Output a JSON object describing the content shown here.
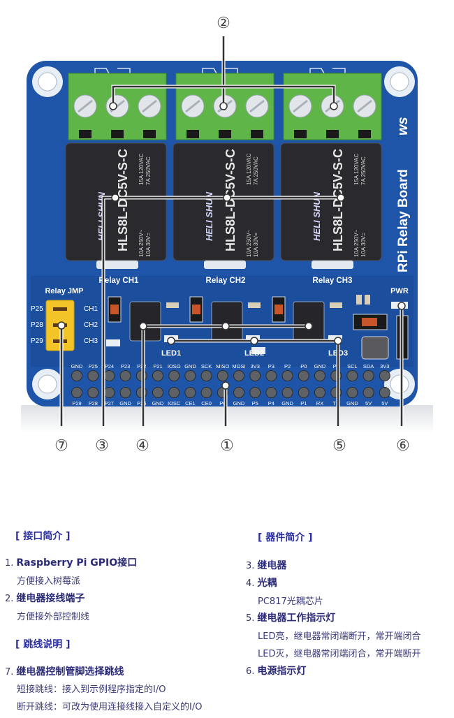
{
  "board": {
    "name": "RPi Relay Board",
    "brand_mark": "ws",
    "relay_labels": [
      "Relay CH1",
      "Relay CH2",
      "Relay CH3"
    ],
    "relay_part": "HLS8L-DC5V-S-C",
    "relay_brand": "HELI SHUN",
    "relay_ratings": [
      "10A 250V~",
      "10A 30V=",
      "15A 120VAC",
      "7A 250VAC"
    ],
    "jumper_title": "Relay JMP",
    "jumper_pins": [
      "P25",
      "P28",
      "P29"
    ],
    "jumper_channels": [
      "CH1",
      "CH2",
      "CH3"
    ],
    "led_labels": [
      "LED1",
      "LED2",
      "LED3"
    ],
    "pwr_label": "PWR",
    "gpio_top": [
      "GND",
      "P25",
      "P24",
      "P23",
      "P22",
      "P21",
      "IOSO",
      "GND",
      "SCK",
      "MISO",
      "MOSI",
      "3V3",
      "P3",
      "P2",
      "P0",
      "GND",
      "P7",
      "SCL",
      "SDA",
      "3V3"
    ],
    "gpio_bottom": [
      "P29",
      "P28",
      "P27",
      "GND",
      "P26",
      "GND",
      "IOSC",
      "CE1",
      "CE0",
      "P6",
      "GND",
      "P5",
      "P4",
      "GND",
      "P1",
      "RX",
      "TX",
      "GND",
      "5V",
      "5V"
    ]
  },
  "callouts": {
    "c1": "①",
    "c2": "②",
    "c3": "③",
    "c4": "④",
    "c5": "⑤",
    "c6": "⑥",
    "c7": "⑦"
  },
  "sections": {
    "interface": {
      "title": "[ 接口简介 ]",
      "items": [
        {
          "num": "1.",
          "title": "Raspberry Pi GPIO接口",
          "desc": [
            "方便接入树莓派"
          ]
        },
        {
          "num": "2.",
          "title": "继电器接线端子",
          "desc": [
            "方便接外部控制线"
          ]
        }
      ]
    },
    "jumper": {
      "title": "[ 跳线说明 ]",
      "items": [
        {
          "num": "7.",
          "title": "继电器控制管脚选择跳线",
          "desc": [
            "短接跳线：接入到示例程序指定的I/O",
            "断开跳线：可改为使用连接线接入自定义的I/O"
          ]
        }
      ]
    },
    "components": {
      "title": "[ 器件简介 ]",
      "items": [
        {
          "num": "3.",
          "title": "继电器",
          "desc": []
        },
        {
          "num": "4.",
          "title": "光耦",
          "desc": [
            "PC817光耦芯片"
          ]
        },
        {
          "num": "5.",
          "title": "继电器工作指示灯",
          "desc": [
            "LED亮，继电器常闭端断开，常开端闭合",
            "LED灭，继电器常闭端闭合，常开端断开"
          ]
        },
        {
          "num": "6.",
          "title": "电源指示灯",
          "desc": []
        }
      ]
    }
  },
  "colors": {
    "pcb": "#1f55a8",
    "pcb_dark": "#173f85",
    "terminal": "#5fb548",
    "relay": "#2a2a2e",
    "jumper": "#f2c428",
    "heading": "#2b2fa0",
    "text": "#2a2a78"
  }
}
